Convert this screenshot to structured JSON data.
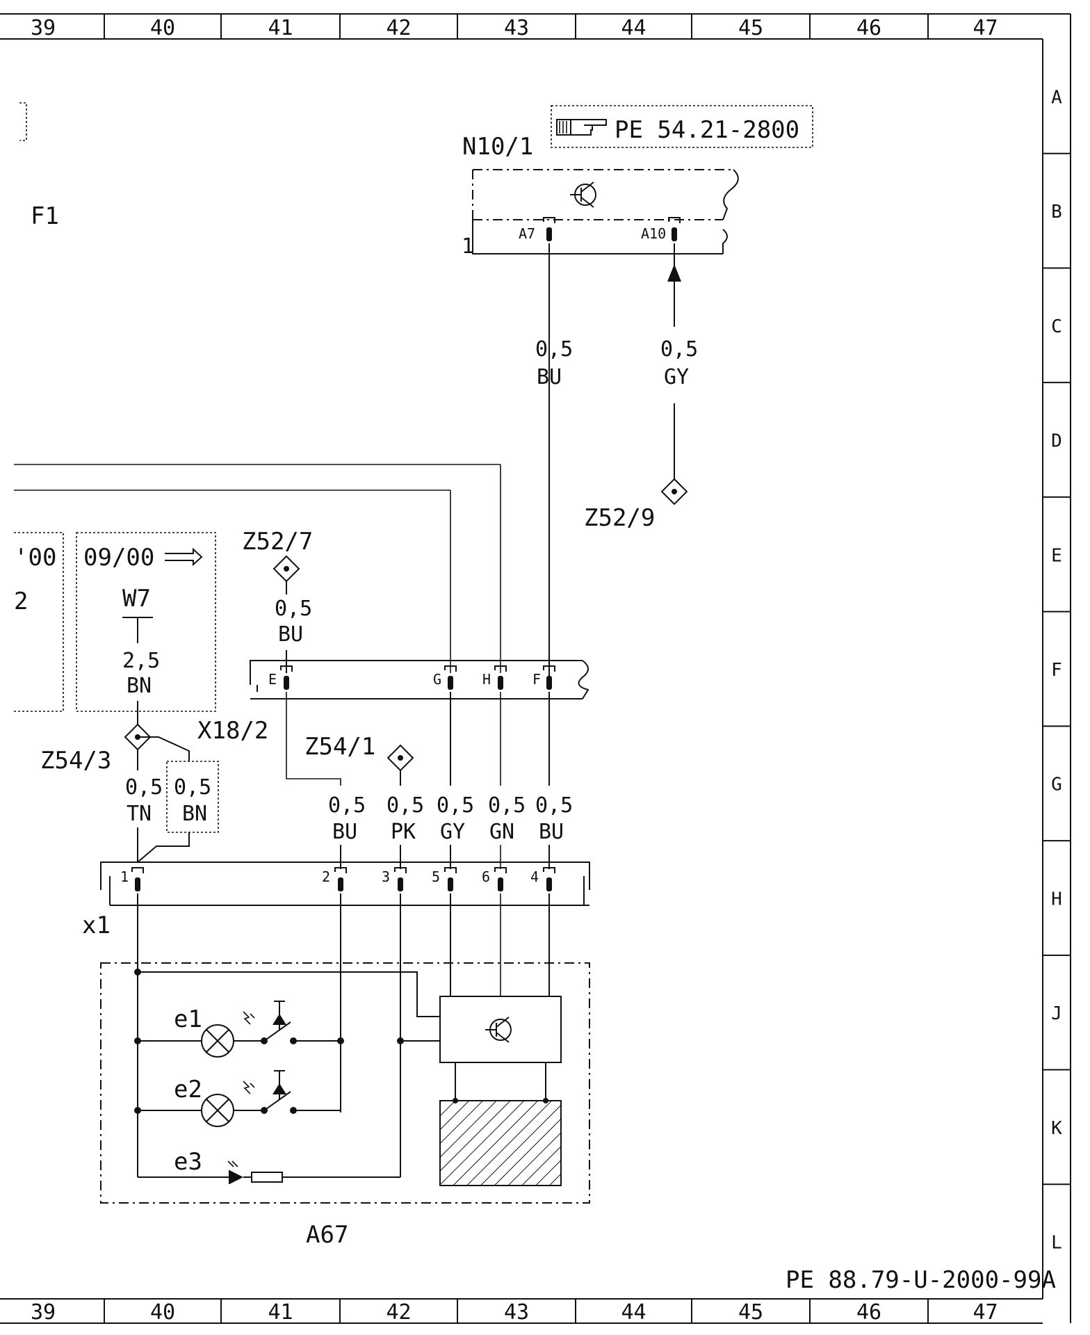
{
  "frame": {
    "columns": [
      "39",
      "40",
      "41",
      "42",
      "43",
      "44",
      "45",
      "46",
      "47"
    ],
    "rows": [
      "A",
      "B",
      "C",
      "D",
      "E",
      "F",
      "G",
      "H",
      "J",
      "K",
      "L"
    ]
  },
  "header": {
    "reference": "PE 54.21-2800"
  },
  "components": {
    "n10": "N10/1",
    "a67": "A67",
    "x1": "x1",
    "x18": "X18/2",
    "w7": "W7",
    "f1": "F1",
    "e1": "e1",
    "e2": "e2",
    "e3": "e3",
    "pin_one": "1"
  },
  "pins": {
    "n10": [
      "A7",
      "A10"
    ],
    "x18": [
      "E",
      "G",
      "H",
      "F"
    ],
    "x1": [
      "1",
      "2",
      "3",
      "5",
      "6",
      "4"
    ]
  },
  "grounds": {
    "z52_7": "Z52/7",
    "z52_9": "Z52/9",
    "z54_1": "Z54/1",
    "z54_3": "Z54/3"
  },
  "wires": {
    "a7": {
      "size": "0,5",
      "color": "BU"
    },
    "a10": {
      "size": "0,5",
      "color": "GY"
    },
    "z52_7": {
      "size": "0,5",
      "color": "BU"
    },
    "w7": {
      "size": "2,5",
      "color": "BN"
    },
    "tn": {
      "size": "0,5",
      "color": "TN"
    },
    "bn": {
      "size": "0,5",
      "color": "BN"
    },
    "x1_2": {
      "size": "0,5",
      "color": "BU"
    },
    "x1_3": {
      "size": "0,5",
      "color": "PK"
    },
    "x1_5": {
      "size": "0,5",
      "color": "GY"
    },
    "x1_6": {
      "size": "0,5",
      "color": "GN"
    },
    "x1_4": {
      "size": "0,5",
      "color": "BU"
    }
  },
  "version_box": {
    "date_new": "09/00",
    "date_old_fragment": "'00",
    "old_fragment2": "2"
  },
  "footer": {
    "drawing_ref": "PE 88.79-U-2000-99A"
  }
}
